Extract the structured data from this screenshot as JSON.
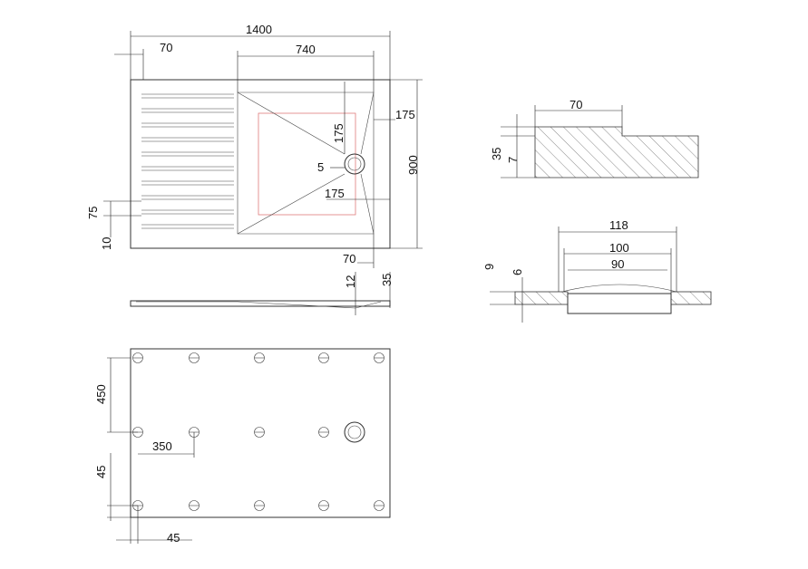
{
  "plan": {
    "dim_total_width": "1400",
    "dim_left_margin": "70",
    "dim_basin_width": "740",
    "dim_right_margin": "175",
    "dim_height": "900",
    "dim_drain_top": "175",
    "dim_drain_bottom": "175",
    "dim_drain_radius": "5",
    "dim_groove_pitch": "75",
    "dim_groove_width": "10",
    "dim_bottom_margin": "70"
  },
  "side": {
    "dim_slope": "12",
    "dim_thickness": "35"
  },
  "edge_section": {
    "dim_step_width": "70",
    "dim_total_height": "35",
    "dim_step_height": "7"
  },
  "drain_section": {
    "dim_outer": "118",
    "dim_mid": "100",
    "dim_inner": "90",
    "dim_height": "9",
    "dim_recess": "6"
  },
  "bottom": {
    "dim_row_spacing": "450",
    "dim_col_spacing": "350",
    "dim_edge_vertical": "45",
    "dim_edge_horizontal": "45"
  }
}
